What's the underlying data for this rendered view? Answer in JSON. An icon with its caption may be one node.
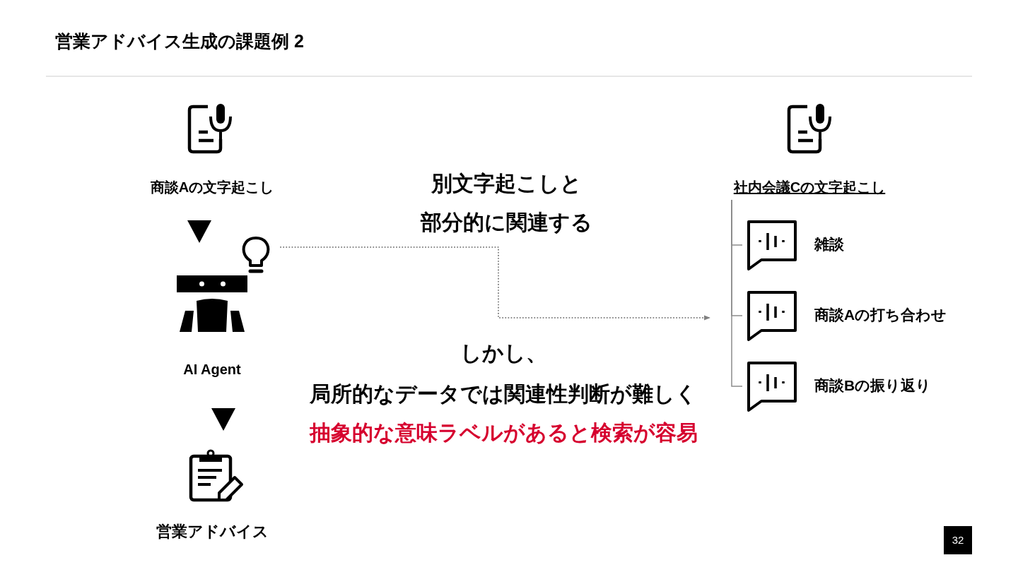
{
  "diagram": {
    "title": "営業アドバイス生成の課題例 2",
    "nodes": [
      {
        "text": [
          "商談Aの文字起こし"
        ]
      },
      {
        "text": [
          "AI Agent"
        ]
      },
      {
        "text": [
          "営業アドバイス"
        ]
      },
      {
        "text": [
          "社内会議Cの文字起こし"
        ]
      },
      {
        "text": [
          "雑談"
        ]
      },
      {
        "text": [
          "商談Aの打ち合わせ"
        ]
      },
      {
        "text": [
          "商談Bの振り返り"
        ]
      }
    ],
    "edges": [
      {
        "from": 0,
        "to": 1,
        "arrow": "to"
      },
      {
        "from": 1,
        "to": 2,
        "arrow": "to"
      },
      {
        "from": 1,
        "to": null,
        "arrow": "to",
        "style": "dashed",
        "color": "#808080"
      },
      {
        "from": 3,
        "to": 4,
        "arrow": "none",
        "color": "#8c8c8c"
      },
      {
        "from": 3,
        "to": 5,
        "arrow": "none",
        "color": "#8c8c8c"
      },
      {
        "from": 3,
        "to": 6,
        "arrow": "none",
        "color": "#8c8c8c"
      }
    ],
    "labels": [
      "別文字起こしと部分的に関連する",
      "しかし、",
      "局所的なデータでは関連性判断が難しく",
      "抽象的な意味ラベルがあると検索が容易",
      "32"
    ]
  }
}
